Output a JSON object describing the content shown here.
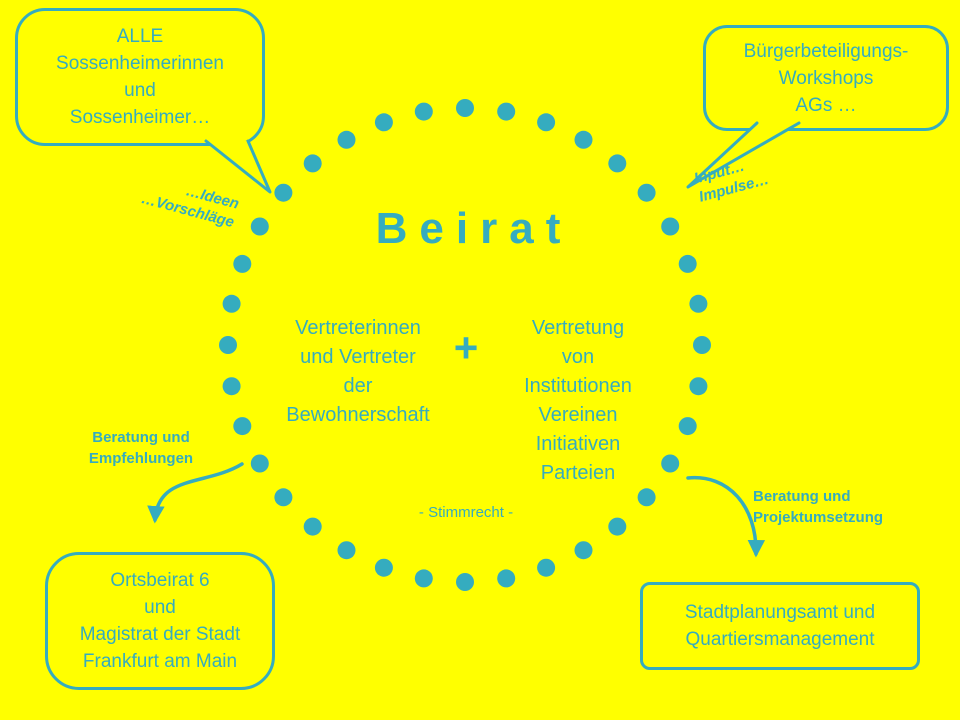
{
  "colors": {
    "background": "#FFFF00",
    "accent": "#35ACBF"
  },
  "circle": {
    "dot_count": 36
  },
  "center": {
    "title": "Beirat",
    "left_group": [
      "Vertreterinnen",
      "und Vertreter",
      "der",
      "Bewohnerschaft"
    ],
    "plus": "+",
    "right_group": [
      "Vertretung",
      "von",
      "Institutionen",
      "Vereinen",
      "Initiativen",
      "Parteien"
    ],
    "voting_note": "- Stimmrecht -"
  },
  "bubbles": {
    "top_left": {
      "lines": [
        "ALLE",
        "Sossenheimerinnen",
        "und",
        "Sossenheimer…"
      ]
    },
    "top_right": {
      "lines": [
        "Bürgerbeteiligungs-",
        "Workshops",
        "AGs …"
      ]
    },
    "bottom_left": {
      "lines": [
        "Ortsbeirat 6",
        "und",
        "Magistrat der Stadt",
        "Frankfurt am Main"
      ]
    },
    "bottom_right": {
      "lines": [
        "Stadtplanungsamt und",
        "Quartiersmanagement"
      ]
    }
  },
  "labels": {
    "ideas": [
      "…Ideen",
      "…Vorschläge"
    ],
    "input": [
      "Input…",
      "Impulse…"
    ],
    "advice_left": [
      "Beratung und",
      "Empfehlungen"
    ],
    "advice_right": [
      "Beratung und",
      "Projektumsetzung"
    ]
  }
}
